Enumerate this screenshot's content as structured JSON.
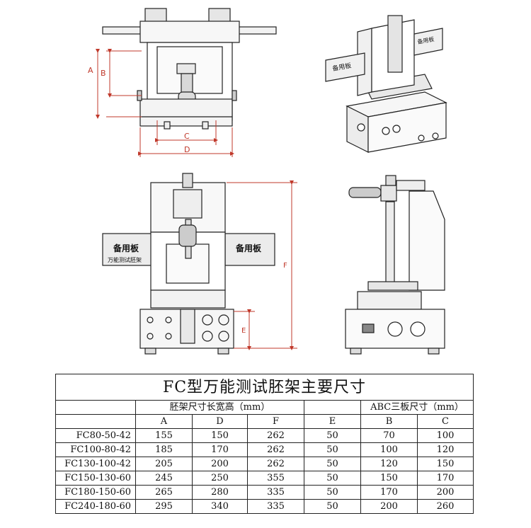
{
  "drawing": {
    "dimension_labels": {
      "a": "A",
      "b": "B",
      "c": "C",
      "d": "D",
      "e": "E",
      "f": "F"
    },
    "spare_board_text": "备用板",
    "spare_board_subtext": "万能测试胚架"
  },
  "table": {
    "title": "FC型万能测试胚架主要尺寸",
    "group1_header": "胚架尺寸长宽高（mm）",
    "group2_header": "ABC三板尺寸（mm）",
    "columns": [
      "A",
      "D",
      "F",
      "E",
      "B",
      "C"
    ],
    "rows": [
      {
        "model": "FC80-50-42",
        "values": [
          "155",
          "150",
          "262",
          "50",
          "70",
          "100"
        ]
      },
      {
        "model": "FC100-80-42",
        "values": [
          "185",
          "170",
          "262",
          "50",
          "100",
          "120"
        ]
      },
      {
        "model": "FC130-100-42",
        "values": [
          "205",
          "200",
          "262",
          "50",
          "120",
          "150"
        ]
      },
      {
        "model": "FC150-130-60",
        "values": [
          "245",
          "250",
          "355",
          "50",
          "150",
          "170"
        ]
      },
      {
        "model": "FC180-150-60",
        "values": [
          "265",
          "280",
          "335",
          "50",
          "170",
          "200"
        ]
      },
      {
        "model": "FC240-180-60",
        "values": [
          "295",
          "340",
          "335",
          "50",
          "200",
          "260"
        ]
      }
    ]
  }
}
